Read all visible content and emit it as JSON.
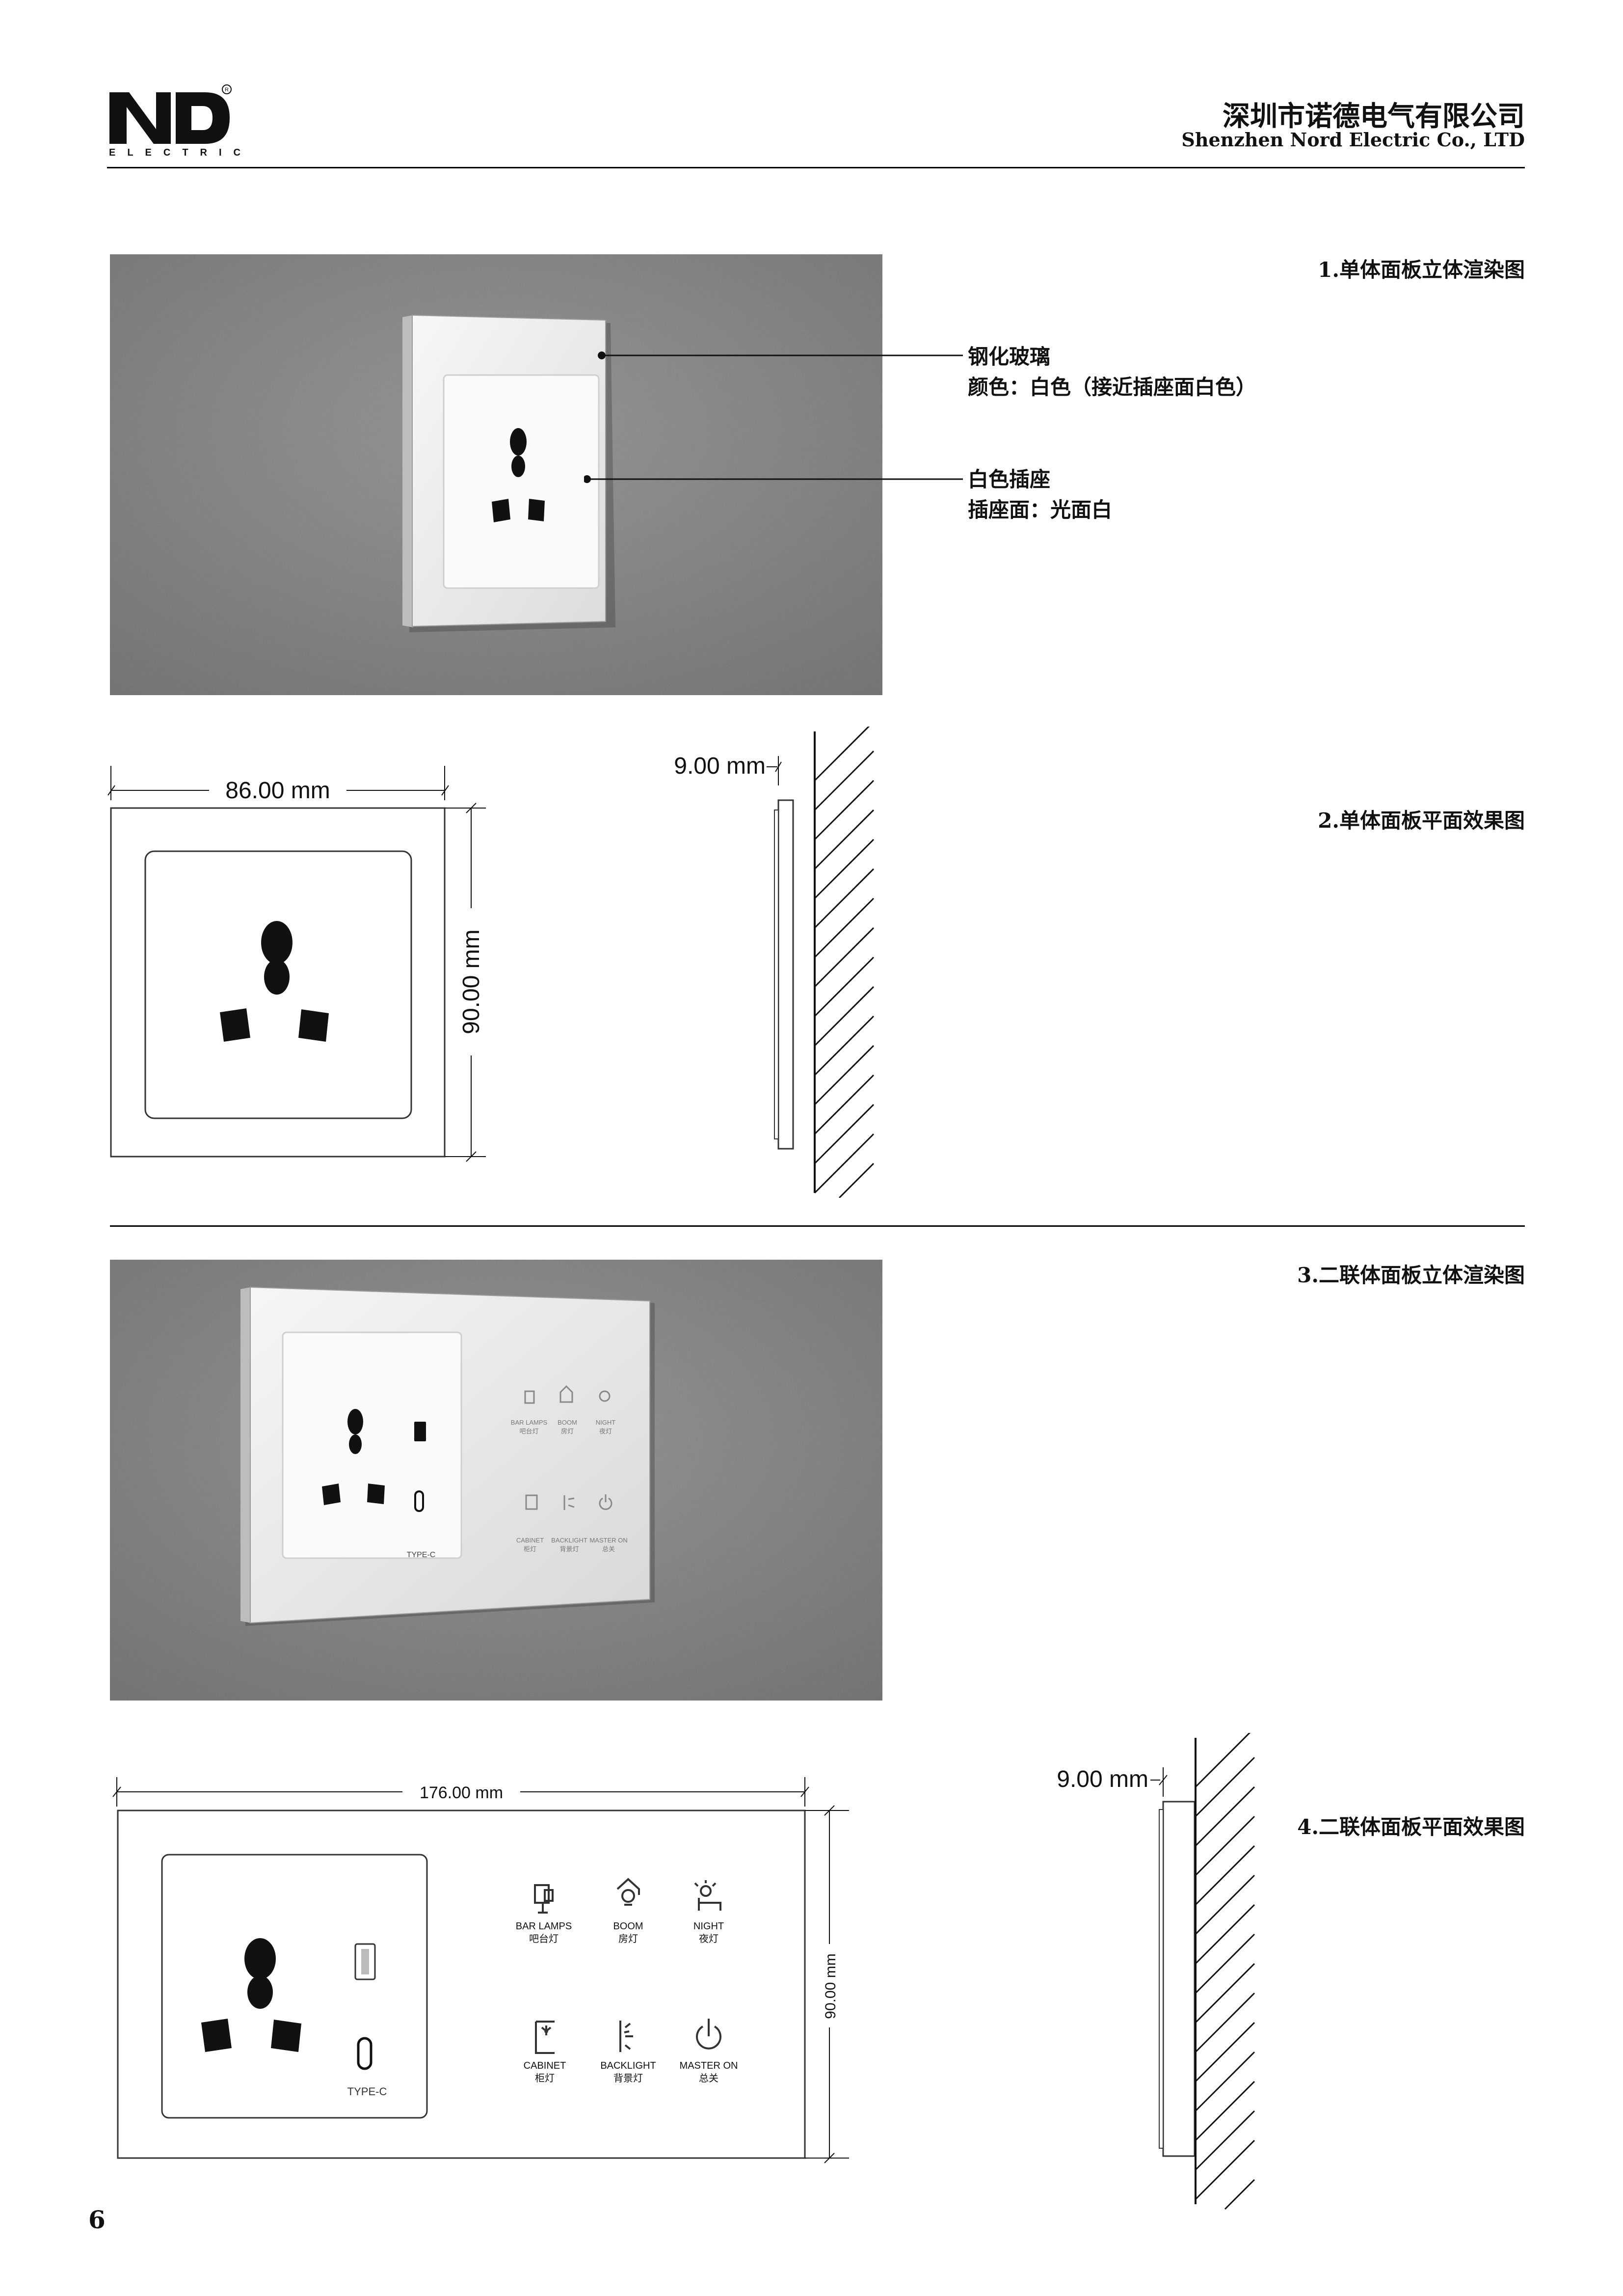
{
  "header": {
    "logo_text": "ND",
    "logo_sub": "ELECTRIC",
    "company_cn": "深圳市诺德电气有限公司",
    "company_en": "Shenzhen Nord Electric Co., LTD"
  },
  "sections": [
    {
      "title": "1.单体面板立体渲染图"
    },
    {
      "title": "2.单体面板平面效果图"
    },
    {
      "title": "3.二联体面板立体渲染图"
    },
    {
      "title": "4.二联体面板平面效果图"
    }
  ],
  "callouts": {
    "glass_line1": "钢化玻璃",
    "glass_line2": "颜色：白色（接近插座面白色）",
    "socket_line1": "白色插座",
    "socket_line2": "插座面：光面白"
  },
  "single_drawing": {
    "width_label": "86.00 mm",
    "height_label": "90.00 mm",
    "depth_label": "9.00 mm"
  },
  "double_drawing": {
    "width_label": "176.00 mm",
    "height_label": "90.00 mm",
    "depth_label": "9.00 mm",
    "usb_c_label": "TYPE-C",
    "buttons": [
      {
        "en": "BAR LAMPS",
        "cn": "吧台灯",
        "icon": "bar-lamps-icon"
      },
      {
        "en": "BOOM",
        "cn": "房灯",
        "icon": "room-light-icon"
      },
      {
        "en": "NIGHT",
        "cn": "夜灯",
        "icon": "night-light-icon"
      },
      {
        "en": "CABINET",
        "cn": "柜灯",
        "icon": "cabinet-light-icon"
      },
      {
        "en": "BACKLIGHT",
        "cn": "背景灯",
        "icon": "backlight-icon"
      },
      {
        "en": "MASTER ON",
        "cn": "总关",
        "icon": "power-icon"
      }
    ]
  },
  "double_render": {
    "usb_c_label": "TYPE-C",
    "buttons": [
      {
        "en": "BAR LAMPS",
        "cn": "吧台灯"
      },
      {
        "en": "BOOM",
        "cn": "房灯"
      },
      {
        "en": "NIGHT",
        "cn": "夜灯"
      },
      {
        "en": "CABINET",
        "cn": "柜灯"
      },
      {
        "en": "BACKLIGHT",
        "cn": "背景灯"
      },
      {
        "en": "MASTER ON",
        "cn": "总关"
      }
    ]
  },
  "footer": {
    "page_number": "6"
  }
}
